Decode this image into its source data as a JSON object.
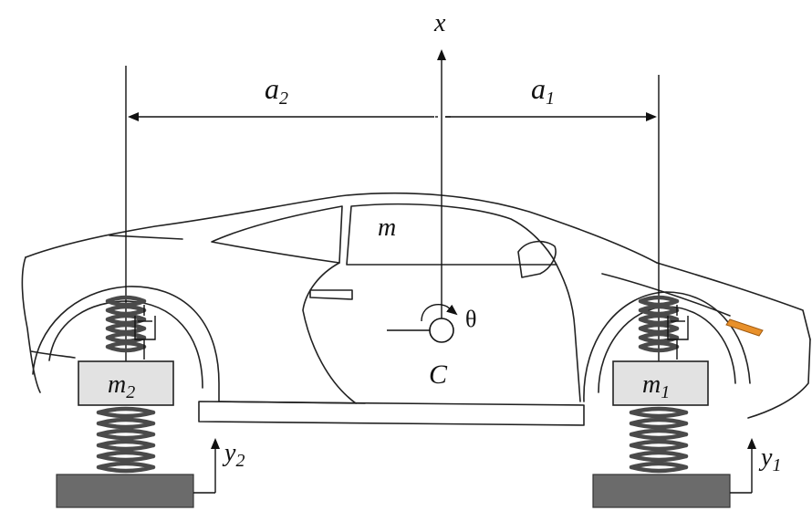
{
  "labels": {
    "axis_x": "x",
    "a2": "a",
    "a2_sub": "2",
    "a1": "a",
    "a1_sub": "1",
    "body_mass": "m",
    "theta": "θ",
    "center": "C",
    "m2": "m",
    "m2_sub": "2",
    "m1": "m",
    "m1_sub": "1",
    "y2": "y",
    "y2_sub": "2",
    "y1": "y",
    "y1_sub": "1"
  },
  "colors": {
    "mass_fill": "#e2e2e2",
    "ground_fill": "#6b6b6b",
    "spring_stroke": "#4a4a4a",
    "light_accent": "#e8902a"
  }
}
